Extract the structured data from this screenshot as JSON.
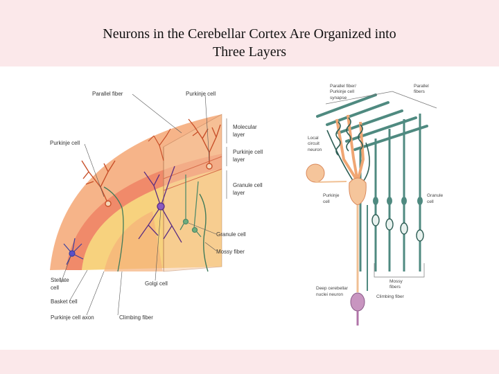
{
  "slide": {
    "title_line1": "Neurons in the Cerebellar Cortex Are Organized into",
    "title_line2": "Three Layers"
  },
  "left_diagram": {
    "labels": {
      "parallel_fiber": "Parallel fiber",
      "purkinje_cell_top": "Purkinje cell",
      "purkinje_cell_left": "Purkinje cell",
      "molecular_layer_1": "Molecular",
      "molecular_layer_2": "layer",
      "purkinje_layer_1": "Purkinje cell",
      "purkinje_layer_2": "layer",
      "granule_layer_1": "Granule cell",
      "granule_layer_2": "layer",
      "granule_cell": "Granule cell",
      "mossy_fiber": "Mossy fiber",
      "stellate_cell_1": "Stellate",
      "stellate_cell_2": "cell",
      "basket_cell": "Basket cell",
      "golgi_cell": "Golgi cell",
      "purkinje_axon": "Purkinje cell axon",
      "climbing_fiber": "Climbing fiber"
    }
  },
  "right_diagram": {
    "labels": {
      "pf_synapse_1": "Parallel fiber/",
      "pf_synapse_2": "Purkinje cell",
      "pf_synapse_3": "synapse",
      "parallel_fibers_1": "Parallel",
      "parallel_fibers_2": "fibers",
      "local_circuit_1": "Local",
      "local_circuit_2": "circuit",
      "local_circuit_3": "neuron",
      "purkinje_1": "Purkinje",
      "purkinje_2": "cell",
      "granule_1": "Granule",
      "granule_2": "cell",
      "mossy_1": "Mossy",
      "mossy_2": "fibers",
      "deep_nuclei_1": "Deep cerebellar",
      "deep_nuclei_2": "nuclei neuron",
      "climbing": "Climbing fiber"
    }
  },
  "colors": {
    "background_pink": "#fbe8ea",
    "molecular": "#f6b489",
    "purkinje_band": "#f08a6a",
    "granule": "#f7d27e",
    "purkinje_cell": "#c8502a",
    "golgi": "#5a2d82",
    "teal": "#4f8a80",
    "fiber_dark": "#2f5f56"
  }
}
